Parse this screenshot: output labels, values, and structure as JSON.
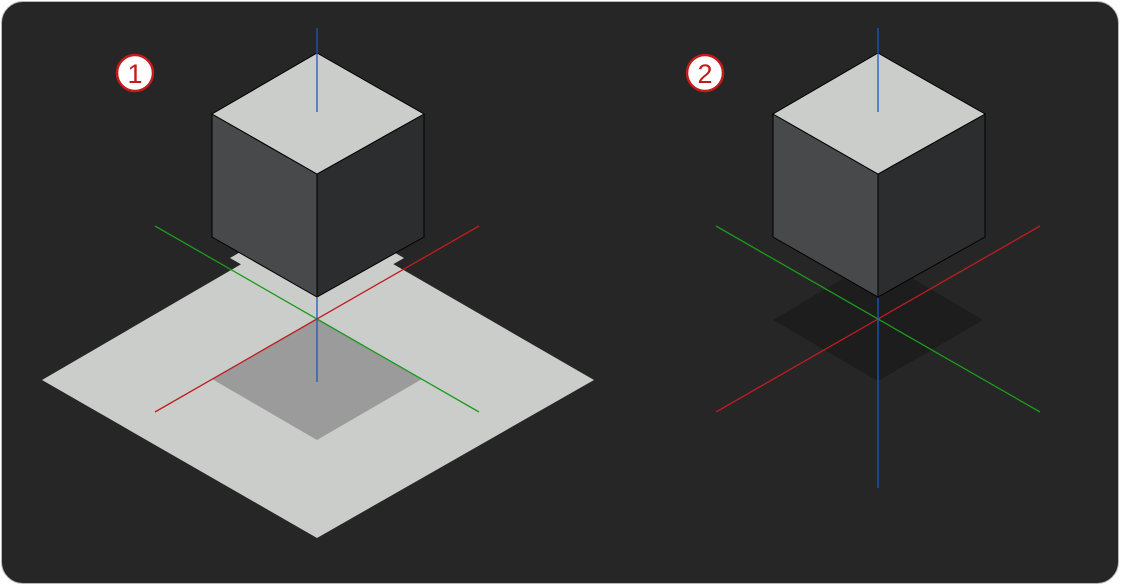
{
  "colors": {
    "background": "#262627",
    "plane": "#cbcdcb",
    "plane_shadow": "#9a9b9a",
    "shadow_dark": "#1d1d1e",
    "cube_top": "#cbcdcb",
    "cube_left": "#48494b",
    "cube_right": "#2c2d2f",
    "x_axis": "#bf1d1d",
    "y_axis": "#1c9a1c",
    "z_axis": "#1f55c8",
    "badge": "#c51a1a"
  },
  "views": [
    {
      "label": "1",
      "ground_plane": true,
      "shadow": "light-on-plane"
    },
    {
      "label": "2",
      "ground_plane": false,
      "shadow": "dark-transparent"
    }
  ]
}
